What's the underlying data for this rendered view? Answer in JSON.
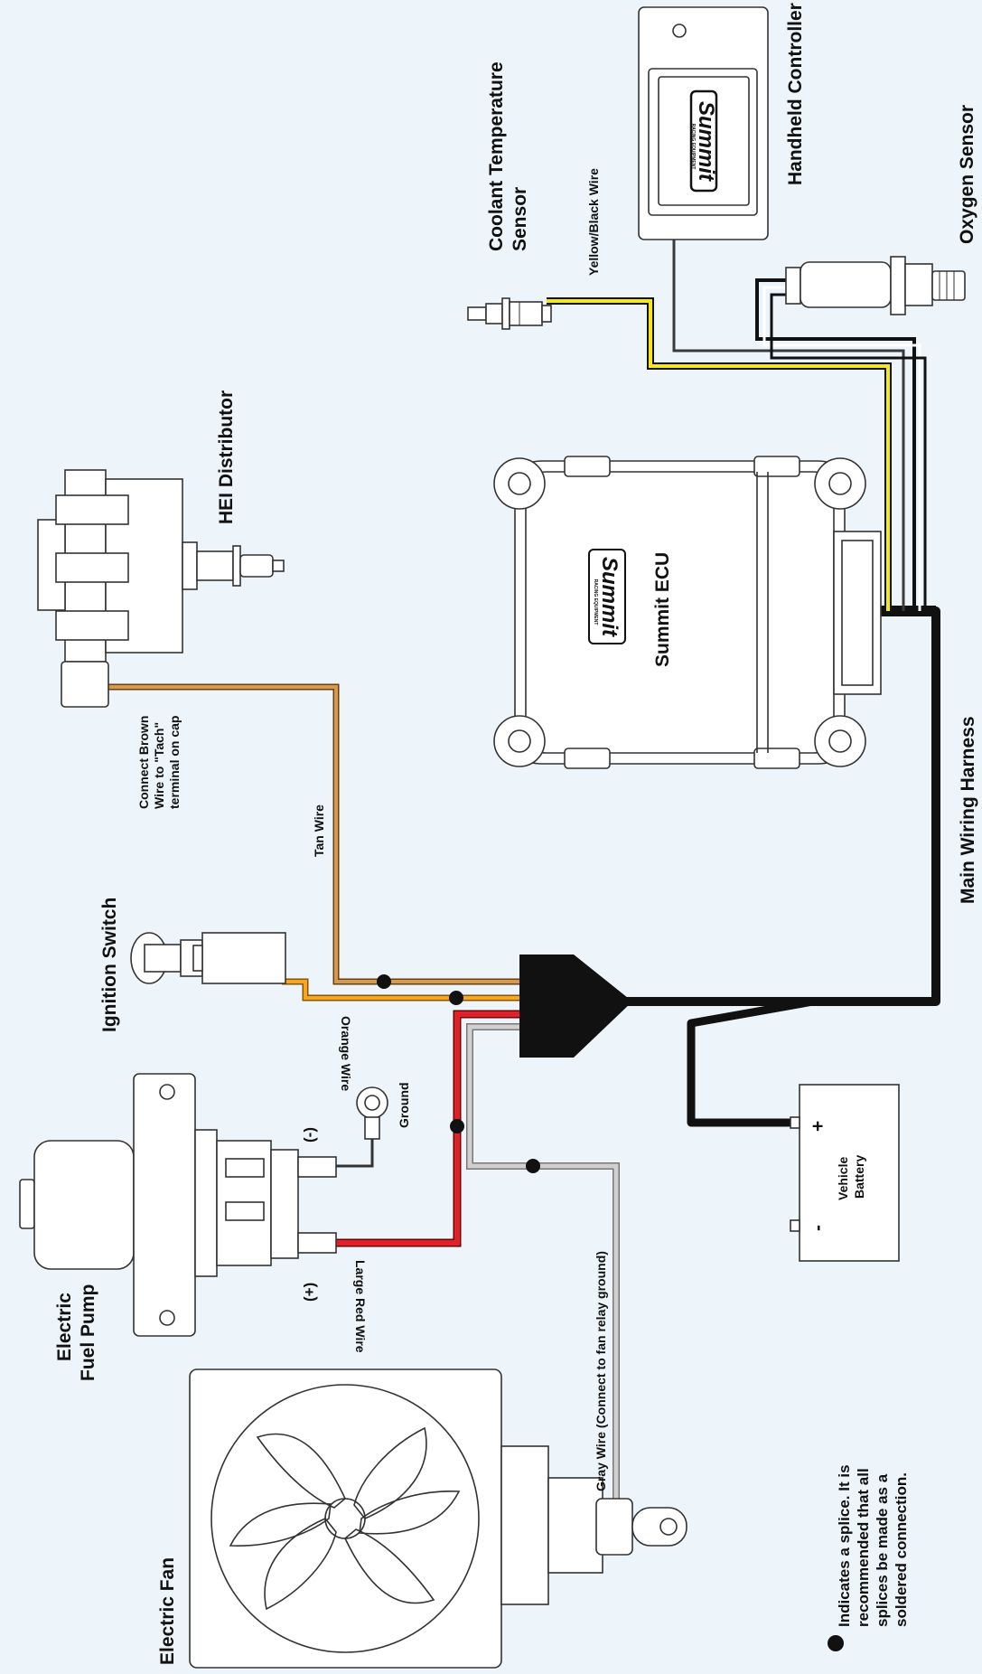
{
  "labels": {
    "coolant_sensor": [
      "Coolant Temperature",
      "Sensor"
    ],
    "yellow_black_wire": "Yellow/Black Wire",
    "handheld_controller": "Handheld Controller",
    "oxygen_sensor": "Oxygen Sensor",
    "hei_distributor": "HEI Distributor",
    "summit_ecu": "Summit ECU",
    "brown_wire_note": [
      "Connect Brown",
      "Wire to \"Tach\"",
      "terminal on cap"
    ],
    "tan_wire": "Tan Wire",
    "main_harness": "Main Wiring Harness",
    "ignition_switch": "Ignition Switch",
    "orange_wire": "Orange Wire",
    "ground": "Ground",
    "minus": "(-)",
    "plus": "(+)",
    "large_red_wire": "Large Red Wire",
    "vehicle_battery": [
      "Vehicle",
      "Battery"
    ],
    "battery_plus": "+",
    "battery_minus": "-",
    "electric_fuel_pump": [
      "Electric",
      "Fuel Pump"
    ],
    "gray_wire": "Gray Wire (Connect to fan relay ground)",
    "electric_fan": "Electric Fan",
    "splice_note": [
      "Indicates a splice. It is",
      "recommended that all",
      "splices be made as a",
      "soldered connection."
    ]
  },
  "logo": {
    "text": "Summit",
    "subtext": "RACING EQUIPMENT"
  },
  "colors": {
    "background": "#eef5fa",
    "harness": "#111111",
    "tan": "#c8893e",
    "orange": "#f0a020",
    "red": "#e0202a",
    "gray": "#a9a9a9",
    "yellow": "#f4e81a"
  }
}
